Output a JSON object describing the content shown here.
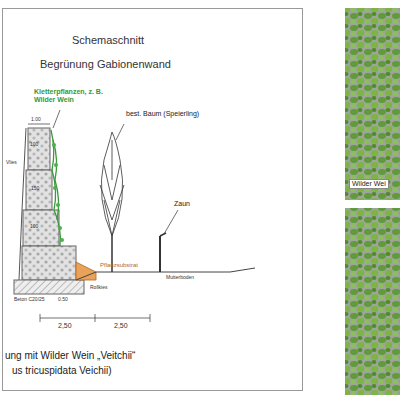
{
  "diagram": {
    "title": "Schemaschnitt",
    "labels": [
      "Begrünung Gabionenwand",
      "Kletterpflanzen, z. B. Wilder Wein",
      "best. Baum (Speierling)",
      "Zaun",
      "Vlies",
      "1.00",
      "100",
      "150",
      "100",
      "Pflanzsubstrat",
      "Rollkies",
      "Mutterboden",
      "Beton C20/25",
      "0.50",
      "2,50",
      "2,50",
      "ung mit Wilder Wein „Veitchii“",
      "us tricuspidata Veichii)",
      "Wilder Wei"
    ]
  }
}
